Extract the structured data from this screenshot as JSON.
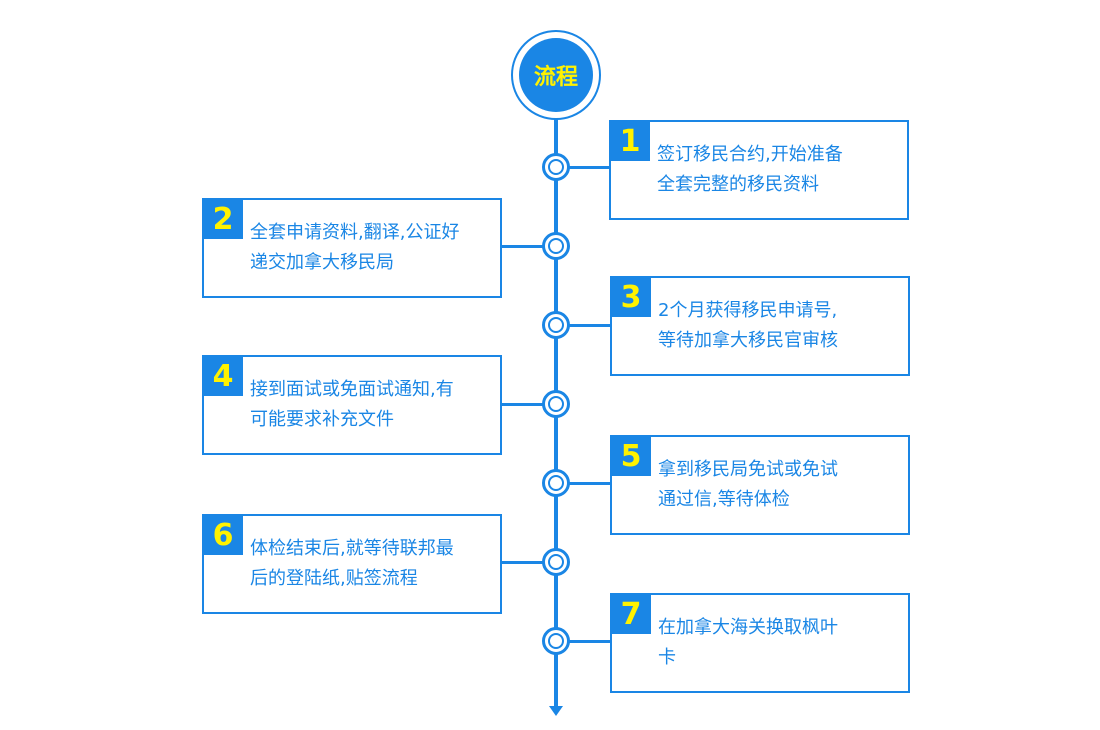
{
  "header": {
    "title": "流程"
  },
  "steps": [
    {
      "number": "1",
      "text": "签订移民合约,开始准备\n全套完整的移民资料",
      "side": "right"
    },
    {
      "number": "2",
      "text": "全套申请资料,翻译,公证好\n递交加拿大移民局",
      "side": "left"
    },
    {
      "number": "3",
      "text": "2个月获得移民申请号,\n等待加拿大移民官审核",
      "side": "right"
    },
    {
      "number": "4",
      "text": "接到面试或免面试通知,有\n可能要求补充文件",
      "side": "left"
    },
    {
      "number": "5",
      "text": "拿到移民局免试或免试\n通过信,等待体检",
      "side": "right"
    },
    {
      "number": "6",
      "text": "体检结束后,就等待联邦最\n后的登陆纸,贴签流程",
      "side": "left"
    },
    {
      "number": "7",
      "text": "在加拿大海关换取枫叶\n卡",
      "side": "right"
    }
  ],
  "colors": {
    "primary": "#1a86e5",
    "number": "#fff200"
  }
}
